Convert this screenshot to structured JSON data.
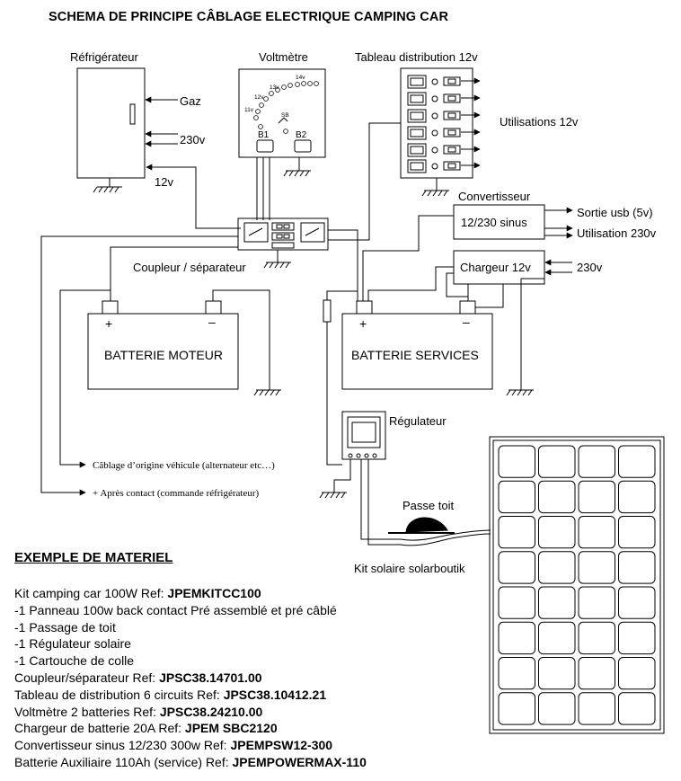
{
  "title": "SCHEMA DE PRINCIPE CÂBLAGE  ELECTRIQUE CAMPING CAR",
  "labels": {
    "refrigerateur": "Réfrigérateur",
    "gaz": "Gaz",
    "fridge_230v": "230v",
    "fridge_12v": "12v",
    "voltmetre": "Voltmètre",
    "v11": "11v",
    "v12": "12v",
    "v13": "13v",
    "v14": "14v",
    "sb": "SB",
    "b1": "B1",
    "b2": "B2",
    "tableau": "Tableau distribution 12v",
    "utilisations": "Utilisations 12v",
    "convertisseur": "Convertisseur",
    "conv_box": "12/230 sinus",
    "sortie_usb": "Sortie usb (5v)",
    "utilisation_230v": "Utilisation 230v",
    "chargeur_box": "Chargeur 12v",
    "chargeur_230v": "230v",
    "coupleur": "Coupleur / séparateur",
    "batterie_moteur": "BATTERIE MOTEUR",
    "batterie_services": "BATTERIE SERVICES",
    "plus": "+",
    "minus": "–",
    "regulateur": "Régulateur",
    "passe_toit": "Passe toit",
    "kit_solaire": "Kit solaire solarboutik",
    "cablage_origine": "Câblage d’origine véhicule (alternateur etc…)",
    "apres_contact": "+ Après contact (commande réfrigérateur)"
  },
  "materials": {
    "heading": "EXEMPLE DE MATERIEL",
    "lines": [
      {
        "text": "Kit camping car 100W  Ref: ",
        "ref": "JPEMKITCC100"
      },
      {
        "text": "-1 Panneau 100w back contact Pré assemblé et pré câblé",
        "ref": ""
      },
      {
        "text": "-1 Passage de toit",
        "ref": ""
      },
      {
        "text": "-1 Régulateur solaire",
        "ref": ""
      },
      {
        "text": "-1 Cartouche de colle",
        "ref": ""
      },
      {
        "text": "Coupleur/séparateur Ref: ",
        "ref": "JPSC38.14701.00"
      },
      {
        "text": "Tableau de distribution 6 circuits Ref: ",
        "ref": "JPSC38.10412.21"
      },
      {
        "text": "Voltmètre 2 batteries Ref: ",
        "ref": "JPSC38.24210.00"
      },
      {
        "text": "Chargeur de batterie 20A Ref: ",
        "ref": "JPEM SBC2120"
      },
      {
        "text": "Convertisseur sinus 12/230 300w Ref: ",
        "ref": "JPEMPSW12-300"
      },
      {
        "text": "Batterie Auxiliaire 110Ah (service) Ref: ",
        "ref": "JPEMPOWERMAX-110"
      }
    ]
  }
}
